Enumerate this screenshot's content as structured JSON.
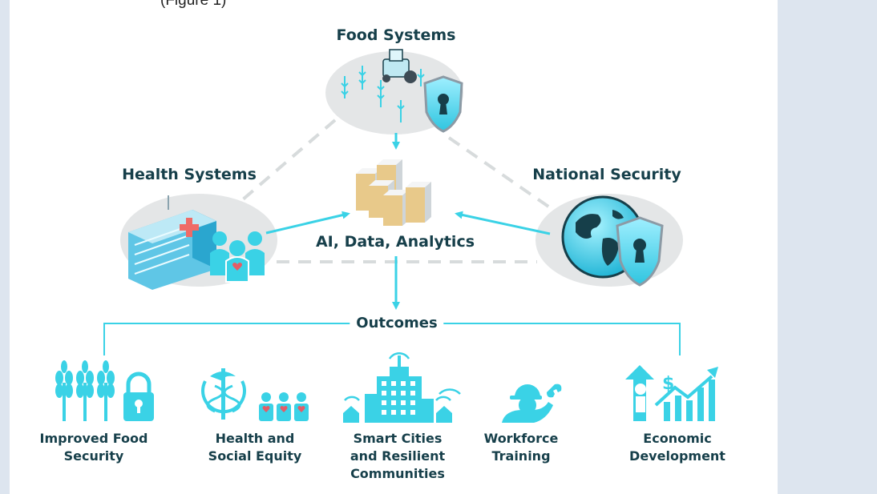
{
  "caption_fragment": "(Figure 1)",
  "nodes": {
    "food_systems": "Food Systems",
    "health_systems": "Health Systems",
    "national_security": "National Security",
    "center": "AI, Data, Analytics"
  },
  "outcomes_label": "Outcomes",
  "outcomes": [
    {
      "line1": "Improved Food",
      "line2": "Security"
    },
    {
      "line1": "Health and",
      "line2": "Social Equity"
    },
    {
      "line1": "Smart Cities",
      "line2": "and Resilient",
      "line3": "Communities"
    },
    {
      "line1": "Workforce",
      "line2": "Training"
    },
    {
      "line1": "Economic",
      "line2": "Development"
    }
  ],
  "colors": {
    "accent": "#3ad2e6",
    "dark_text": "#163f4a",
    "panel": "#dde5ef",
    "ellipse": "#e4e6e7",
    "dashed": "#d7dbdc",
    "server": "#e8c98a"
  }
}
